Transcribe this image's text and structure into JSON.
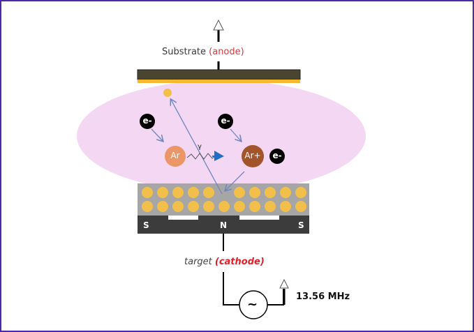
{
  "title": "RF sputtering schematic",
  "labels": {
    "substrate": "Substrate ",
    "substrate_accent": "(anode)",
    "target": "target ",
    "target_accent": "(cathode)",
    "frequency": "13.56 MHz",
    "ac_source_symbol": "~"
  },
  "particles": {
    "electron": "e-",
    "argon": "Ar",
    "argon_ion": "Ar+",
    "photon": "γ"
  },
  "magnets": {
    "left_pole": "S",
    "center_pole": "N",
    "right_pole": "S"
  },
  "colors": {
    "border": "#4a2aa8",
    "plasma": "#f3d7f3",
    "substrate": "#4a4531",
    "film": "#f5b82e",
    "target": "#a6a6a6",
    "atom": "#f2c04a",
    "magnet": "#3c3c3c",
    "arrow": "#6f86bf",
    "argon": "#ec9668",
    "argon_ion": "#a3542a",
    "electron": "#000000",
    "photon_arrow": "#1f6fc4",
    "accent_red": "#d9363e"
  }
}
